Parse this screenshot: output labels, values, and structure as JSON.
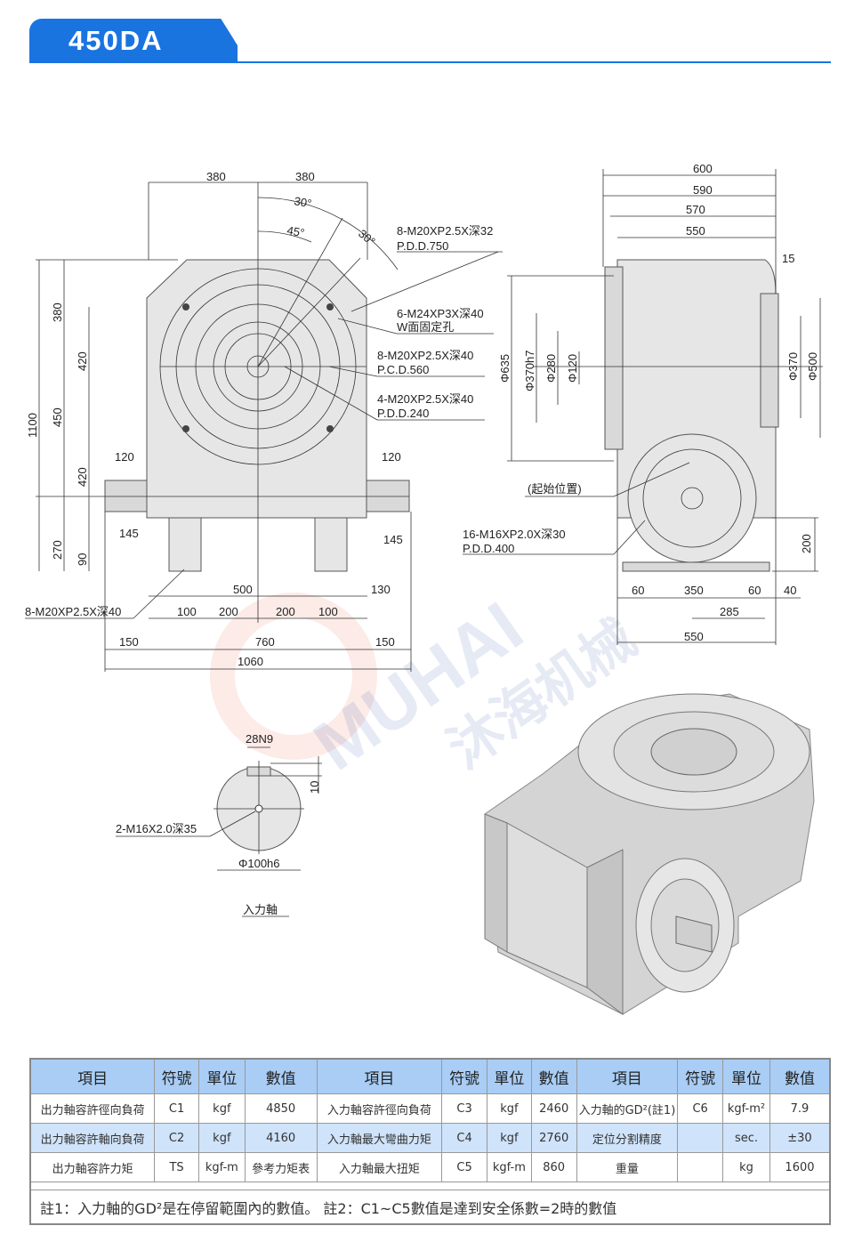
{
  "header": {
    "title": "450DA",
    "accent": "#1a74e0"
  },
  "watermark": {
    "brand": "MUHAI",
    "cn": "沐海机械"
  },
  "front_view": {
    "dim_380_left": "380",
    "dim_380_right": "380",
    "angle_30_top": "30°",
    "angle_45": "45°",
    "angle_30_right": "30°",
    "note1_a": "8-M20XP2.5X深32",
    "note1_b": "P.D.D.750",
    "note2_a": "6-M24XP3X深40",
    "note2_b": "W面固定孔",
    "note3_a": "8-M20XP2.5X深40",
    "note3_b": "P.C.D.560",
    "note4_a": "4-M20XP2.5X深40",
    "note4_b": "P.D.D.240",
    "v1100": "1100",
    "v380": "380",
    "v450": "450",
    "v270": "270",
    "v420a": "420",
    "v420b": "420",
    "v90": "90",
    "h120l": "120",
    "h120r": "120",
    "h145l": "145",
    "h145r": "145",
    "h500": "500",
    "h130": "130",
    "h100a": "100",
    "h200a": "200",
    "h200b": "200",
    "h100b": "100",
    "base_note": "8-M20XP2.5X深40",
    "h150l": "150",
    "h760": "760",
    "h150r": "150",
    "h1060": "1060"
  },
  "side_view": {
    "d600": "600",
    "d590": "590",
    "d570": "570",
    "d550": "550",
    "d15": "15",
    "dia635": "Φ635",
    "dia370h7": "Φ370h7",
    "dia280": "Φ280",
    "dia120": "Φ120",
    "dia370": "Φ370",
    "dia500": "Φ500",
    "start_pos": "(起始位置)",
    "hole_a": "16-M16XP2.0X深30",
    "hole_b": "P.D.D.400",
    "v200": "200",
    "b60l": "60",
    "b350": "350",
    "b60r": "60",
    "b40": "40",
    "b285": "285",
    "b550": "550"
  },
  "input_shaft": {
    "key": "28N9",
    "depth": "10",
    "tap": "2-M16X2.0深35",
    "dia": "Φ100h6",
    "label": "入力軸"
  },
  "table": {
    "headers": [
      "項目",
      "符號",
      "單位",
      "數值",
      "項目",
      "符號",
      "單位",
      "數值",
      "項目",
      "符號",
      "單位",
      "數值"
    ],
    "rows": [
      [
        "出力軸容許徑向負荷",
        "C1",
        "kgf",
        "4850",
        "入力軸容許徑向負荷",
        "C3",
        "kgf",
        "2460",
        "入力軸的GD²(註1)",
        "C6",
        "kgf-m²",
        "7.9"
      ],
      [
        "出力軸容許軸向負荷",
        "C2",
        "kgf",
        "4160",
        "入力軸最大彎曲力矩",
        "C4",
        "kgf",
        "2760",
        "定位分割精度",
        "",
        "sec.",
        "±30"
      ],
      [
        "出力軸容許力矩",
        "TS",
        "kgf-m",
        "參考力矩表",
        "入力軸最大扭矩",
        "C5",
        "kgf-m",
        "860",
        "重量",
        "",
        "kg",
        "1600"
      ]
    ],
    "note": "註1：入力軸的GD²是在停留範圍內的數值。 註2：C1~C5數值是達到安全係數=2時的數值"
  }
}
